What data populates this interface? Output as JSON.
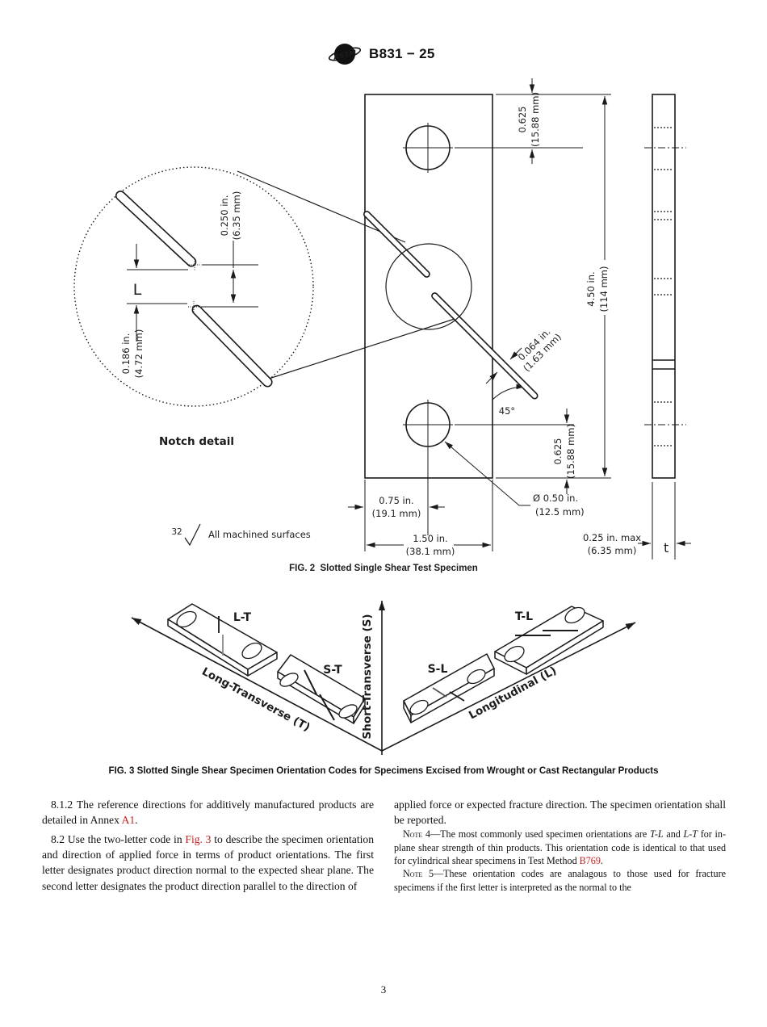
{
  "header": {
    "logo": "ASTM",
    "code": "B831 − 25"
  },
  "fig2": {
    "caption": "FIG. 2  Slotted Single Shear Test Specimen",
    "notch_title": "Notch detail",
    "surface_finish": "32",
    "surface_note": "All machined surfaces",
    "dims": {
      "top_offset_in": "0.625",
      "top_offset_mm": "(15.88 mm)",
      "height_in": "4.50 in.",
      "height_mm": "(114 mm)",
      "bottom_offset_in": "0.625",
      "bottom_offset_mm": "(15.88 mm)",
      "slot_width_in": "0.064 in.",
      "slot_width_mm": "(1.63 mm)",
      "slot_angle": "45°",
      "hole_dia_in": "Ø 0.50 in.",
      "hole_dia_mm": "(12.5 mm)",
      "hole_x_in": "0.75 in.",
      "hole_x_mm": "(19.1 mm)",
      "width_in": "1.50 in.",
      "width_mm": "(38.1 mm)",
      "thickness_in": "0.25 in. max",
      "thickness_mm": "(6.35 mm)",
      "thickness_label": "t",
      "notch_spacing_in": "0.250 in.",
      "notch_spacing_mm": "(6.35 mm)",
      "notch_offset_in": "0.186 in.",
      "notch_offset_mm": "(4.72 mm)",
      "ligament_label": "L"
    }
  },
  "fig3": {
    "caption": "FIG. 3 Slotted Single Shear Specimen Orientation Codes for Specimens Excised from Wrought or Cast Rectangular Products",
    "axes": {
      "vertical": "Short-Transverse (S)",
      "left": "Long-Transverse (T)",
      "right": "Longitudinal (L)"
    },
    "specimens": [
      "L-T",
      "S-T",
      "S-L",
      "T-L"
    ]
  },
  "body": {
    "para_812": [
      {
        "t": "8.1.2 The reference directions for additively manufactured products are detailed in Annex "
      },
      {
        "t": "A1",
        "c": "ref"
      },
      {
        "t": "."
      }
    ],
    "para_82": [
      {
        "t": "8.2 Use the two-letter code in "
      },
      {
        "t": "Fig. 3",
        "c": "ref"
      },
      {
        "t": " to describe the specimen orientation and direction of applied force in terms of product orientations. The first letter designates product direction normal to the expected shear plane. The second letter designates the product direction parallel to the direction of"
      }
    ],
    "para_82_cont": [
      {
        "t": "applied force or expected fracture direction. The specimen orientation shall be reported."
      }
    ],
    "note4": [
      {
        "t": "Note",
        "c": "sc"
      },
      {
        "t": " 4—The most commonly used specimen orientations are "
      },
      {
        "t": "T-L",
        "c": "ital"
      },
      {
        "t": " and "
      },
      {
        "t": "L-T",
        "c": "ital"
      },
      {
        "t": " for in-plane shear strength of thin products. This orientation code is identical to that used for cylindrical shear specimens in Test Method "
      },
      {
        "t": "B769",
        "c": "ref"
      },
      {
        "t": "."
      }
    ],
    "note5": [
      {
        "t": "Note",
        "c": "sc"
      },
      {
        "t": " 5—These orientation codes are analagous to those used for fracture specimens if the first letter is interpreted as the normal to the"
      }
    ]
  },
  "page_number": "3",
  "colors": {
    "link": "#c41f1f",
    "ink": "#1a1a1a"
  }
}
